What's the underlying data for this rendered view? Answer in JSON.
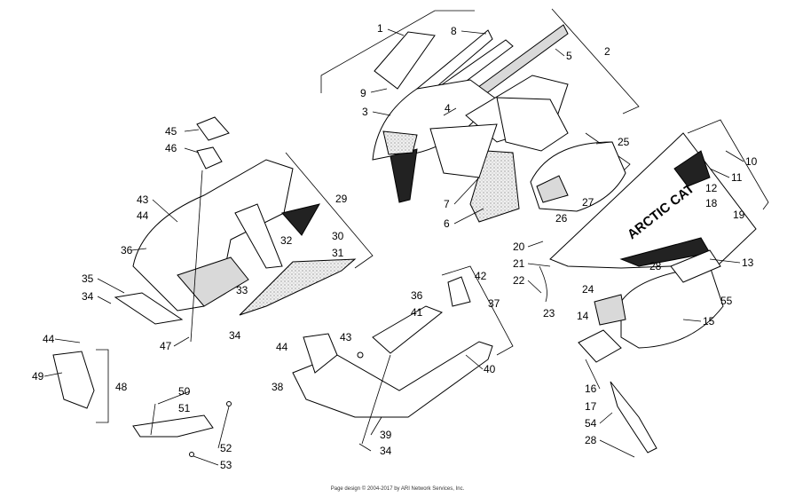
{
  "diagram": {
    "footer": "Page design © 2004-2017 by ARI Network Services, Inc.",
    "decal_text": "ARCTIC CAT",
    "callouts": [
      "1",
      "2",
      "3",
      "4",
      "5",
      "6",
      "7",
      "8",
      "9",
      "10",
      "11",
      "12",
      "13",
      "14",
      "15",
      "16",
      "17",
      "18",
      "19",
      "20",
      "21",
      "22",
      "23",
      "24",
      "25",
      "26",
      "27",
      "28",
      "29",
      "30",
      "31",
      "32",
      "33",
      "34",
      "35",
      "36",
      "37",
      "38",
      "39",
      "40",
      "41",
      "42",
      "43",
      "44",
      "45",
      "46",
      "47",
      "48",
      "49",
      "50",
      "51",
      "52",
      "53",
      "54",
      "55",
      "36",
      "43",
      "44",
      "34",
      "34",
      "34",
      "44",
      "28"
    ]
  }
}
